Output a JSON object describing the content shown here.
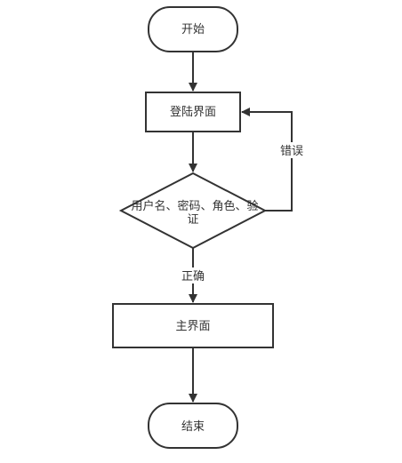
{
  "diagram": {
    "nodes": {
      "start": {
        "label": "开始"
      },
      "login": {
        "label": "登陆界面"
      },
      "check": {
        "label_line1": "用户名、密码、角色、验",
        "label_line2": "证"
      },
      "main": {
        "label": "主界面"
      },
      "end": {
        "label": "结束"
      }
    },
    "edges": {
      "error": {
        "label": "错误"
      },
      "correct": {
        "label": "正确"
      }
    }
  }
}
